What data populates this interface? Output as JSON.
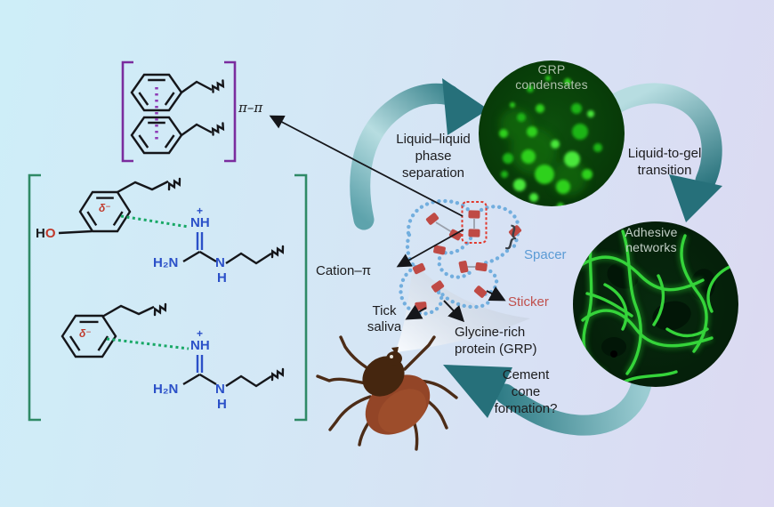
{
  "labels": {
    "pi_pi": "π–π",
    "cation_pi": "Cation–π",
    "tick_saliva": [
      "Tick",
      "saliva"
    ],
    "grp_protein": [
      "Glycine-rich",
      "protein (GRP)"
    ],
    "spacer": "Spacer",
    "spacer_brace": "}",
    "sticker": "Sticker",
    "llps": [
      "Liquid–liquid",
      "phase",
      "separation"
    ],
    "liquid_to_gel": [
      "Liquid-to-gel",
      "transition"
    ],
    "cement_cone": [
      "Cement",
      "cone",
      "formation?"
    ],
    "grp_condensates": [
      "GRP",
      "condensates"
    ],
    "adhesive_networks": [
      "Adhesive",
      "networks"
    ]
  },
  "chem": {
    "h": "H",
    "o": "O",
    "delta_minus": "δ⁻",
    "plus": "+",
    "nh": "NH",
    "h2n": "H₂N",
    "n": "N",
    "h_sub": "H"
  },
  "colors": {
    "background_left": "#ceeef8",
    "background_right": "#dcd9f2",
    "teal_arrow_dark": "#26707a",
    "teal_arrow_light": "#b7dde1",
    "purple_bracket": "#7a2c9e",
    "green_bracket": "#2f8a66",
    "pi_stack_dashes": "#8e3bb5",
    "cation_pi_bond": "#18a866",
    "polymer_chain_blue": "#72aede",
    "sticker_red": "#bf4a45",
    "spacer_label_blue": "#5b9bd5",
    "sticker_label_red": "#c0504d",
    "delta_red": "#c0392b",
    "nitrogen_blue": "#2b50c8",
    "condensate_green": "#2fd11c",
    "network_green": "#35d43a",
    "tick_body": "#934527",
    "tick_scutum": "#45260f"
  }
}
